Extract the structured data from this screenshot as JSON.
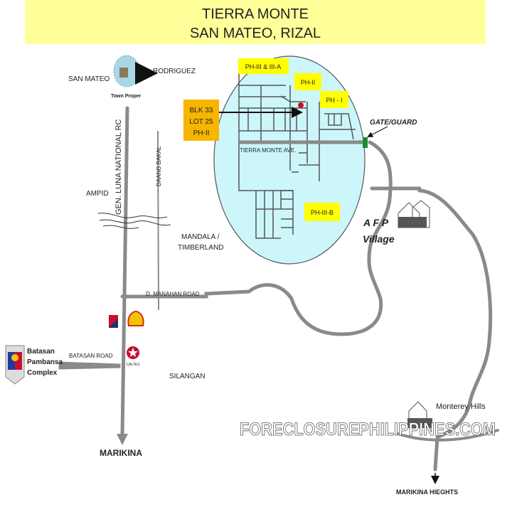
{
  "title": {
    "line1": "TIERRA MONTE",
    "line2": "SAN MATEO,  RIZAL"
  },
  "labels": {
    "san_mateo": "SAN MATEO",
    "town_proper": "Town Proper",
    "rodriguez": "RODRIGUEZ",
    "gen_luna": "GEN. LUNA NATIONAL RC",
    "daang_bakal": "DAANG BAKAL",
    "ampid": "AMPID",
    "mandala_1": "MANDALA /",
    "mandala_2": "TIMBERLAND",
    "manahan": "D. MANAHAN ROAD",
    "batasan_road": "BATASAN ROAD",
    "batasan_1": "Batasan",
    "batasan_2": "Pambansa",
    "batasan_3": "Complex",
    "caltex": "CALTEX",
    "silangan": "SILANGAN",
    "marikina": "MARIKINA",
    "tierra_ave": "TIERRA MONTE AVE.",
    "gate": "GATE/GUARD",
    "afp_1": "A F P",
    "afp_2": "Village",
    "monterey": "Monterey Hills",
    "marikina_heights": "MARIKINA HIEGHTS",
    "watermark": "FORECLOSUREPHILIPPINES.COM"
  },
  "phases": {
    "ph3": "PH-III & III-A",
    "ph2": "PH-II",
    "ph1": "PH - I",
    "ph3b": "PH-III-B"
  },
  "lot": {
    "line1": "BLK  33",
    "line2": "LOT  25",
    "line3": "PH-II"
  },
  "colors": {
    "banner": "#ffff99",
    "phase": "#ffff00",
    "lot": "#f7b500",
    "subdivision": "#ccf6fa",
    "road": "#8a8a8a",
    "gate": "#1f8a2a",
    "marker": "#d01010"
  }
}
